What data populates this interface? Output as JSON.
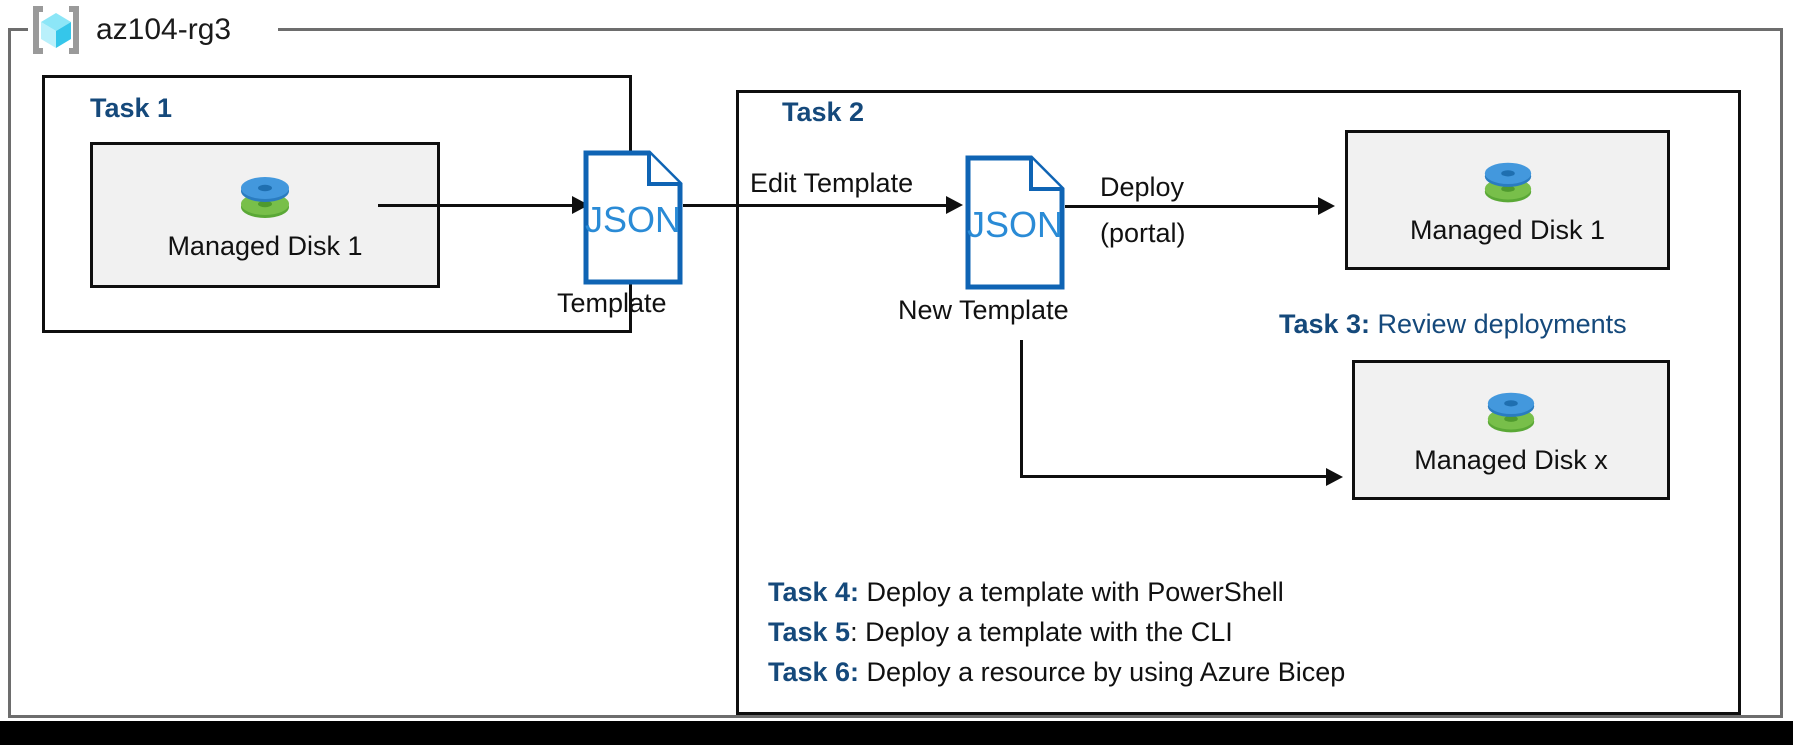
{
  "resource_group": {
    "name": "az104-rg3",
    "icon": "resource-group-cube-icon"
  },
  "tasks": {
    "task1": {
      "heading": "Task 1"
    },
    "task2": {
      "heading": "Task 2"
    },
    "task3": {
      "label": "Task 3:",
      "text": " Review deployments"
    },
    "task4": {
      "label": "Task 4:",
      "text": " Deploy a template with PowerShell"
    },
    "task5": {
      "label": "Task 5",
      "text": ": Deploy a template with the CLI"
    },
    "task6": {
      "label": "Task 6:",
      "text": " Deploy a resource by using Azure Bicep"
    }
  },
  "resources": {
    "disk1_source": {
      "label": "Managed Disk 1",
      "icon": "managed-disk-icon"
    },
    "disk1_deployed": {
      "label": "Managed Disk 1",
      "icon": "managed-disk-icon"
    },
    "diskx_deployed": {
      "label": "Managed Disk x",
      "icon": "managed-disk-icon"
    }
  },
  "documents": {
    "template": {
      "doc_text": "JSON",
      "caption": "Template",
      "icon": "json-document-icon"
    },
    "new_template": {
      "doc_text": "JSON",
      "caption": "New Template",
      "icon": "json-document-icon"
    }
  },
  "edges": {
    "export": {
      "label": ""
    },
    "edit": {
      "label": "Edit Template"
    },
    "deploy_portal": {
      "label": "Deploy",
      "sublabel": "(portal)"
    },
    "deploy_other": {
      "label": ""
    }
  },
  "colors": {
    "accent_blue": "#15497b",
    "json_blue": "#0f64b4",
    "disk_blue": "#3f92d8",
    "disk_green": "#6fb73b",
    "cube_cyan": "#4ad4f0",
    "frame_gray": "#6d6d6d",
    "box_fill": "#f1f1f1",
    "line_black": "#0f0f0f"
  }
}
